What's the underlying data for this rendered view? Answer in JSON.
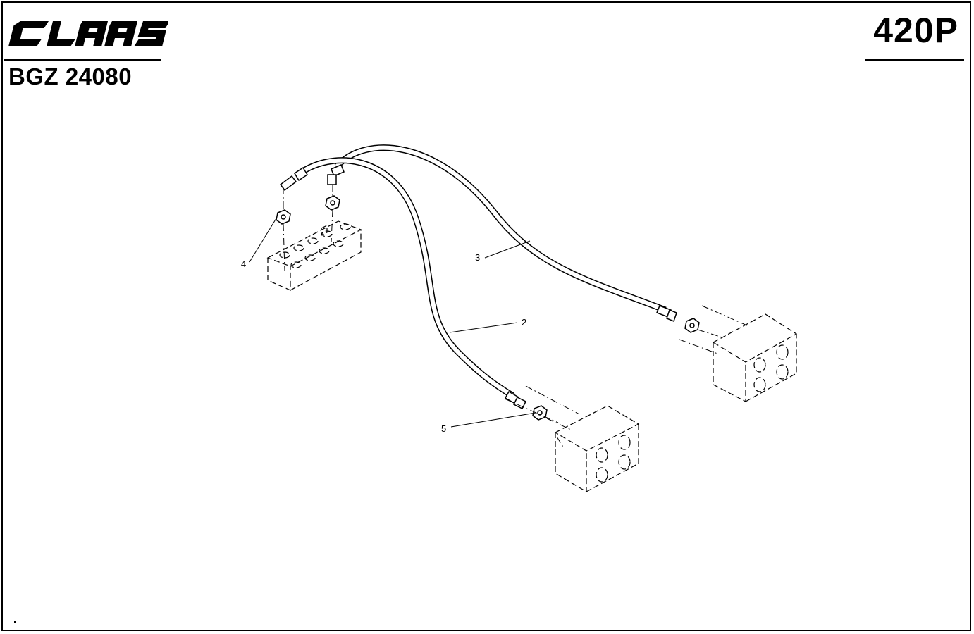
{
  "header": {
    "brand": "CLAAS",
    "doc_code": "BGZ 24080",
    "model_code": "420P"
  },
  "callouts": {
    "c2": "2",
    "c3": "3",
    "c4": "4",
    "c5": "5"
  },
  "colors": {
    "ink": "#000000",
    "paper": "#ffffff"
  }
}
